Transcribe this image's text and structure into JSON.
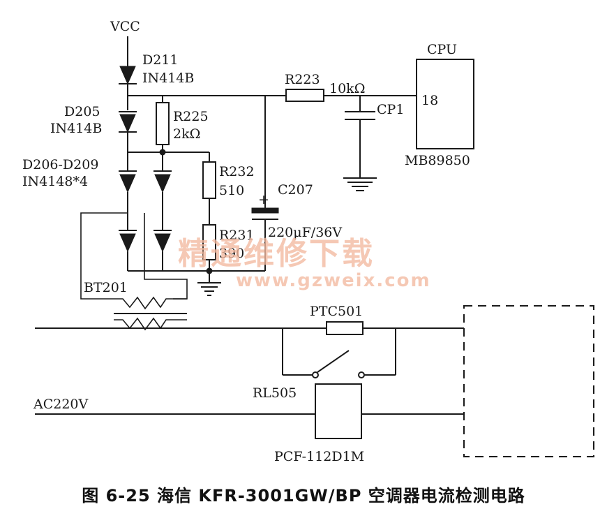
{
  "labels": {
    "vcc": "VCC",
    "d211": "D211",
    "d211_part": "IN414B",
    "d205": "D205",
    "d205_part": "IN414B",
    "d206": "D206-D209",
    "d206_part": "IN4148*4",
    "r225": "R225",
    "r225_val": "2kΩ",
    "r232": "R232",
    "r232_val": "510",
    "r231": "R231",
    "r231_val": "390",
    "r223": "R223",
    "r223_val": "10kΩ",
    "cp1": "CP1",
    "c207": "C207",
    "c207_val": "220μF/36V",
    "c207_plus": "+",
    "cpu": "CPU",
    "cpu_pin": "18",
    "cpu_part": "MB89850",
    "bt201": "BT201",
    "ptc501": "PTC501",
    "rl505": "RL505",
    "relay_part": "PCF-112D1M",
    "ac220v": "AC220V"
  },
  "watermark": {
    "text": "精通维修下载",
    "url": "www.gzweix.com"
  },
  "caption": "图 6-25   海信 KFR-3001GW/BP 空调器电流检测电路",
  "colors": {
    "line": "#1a1a1a",
    "watermark": "#f3b9a0",
    "background": "#ffffff"
  }
}
